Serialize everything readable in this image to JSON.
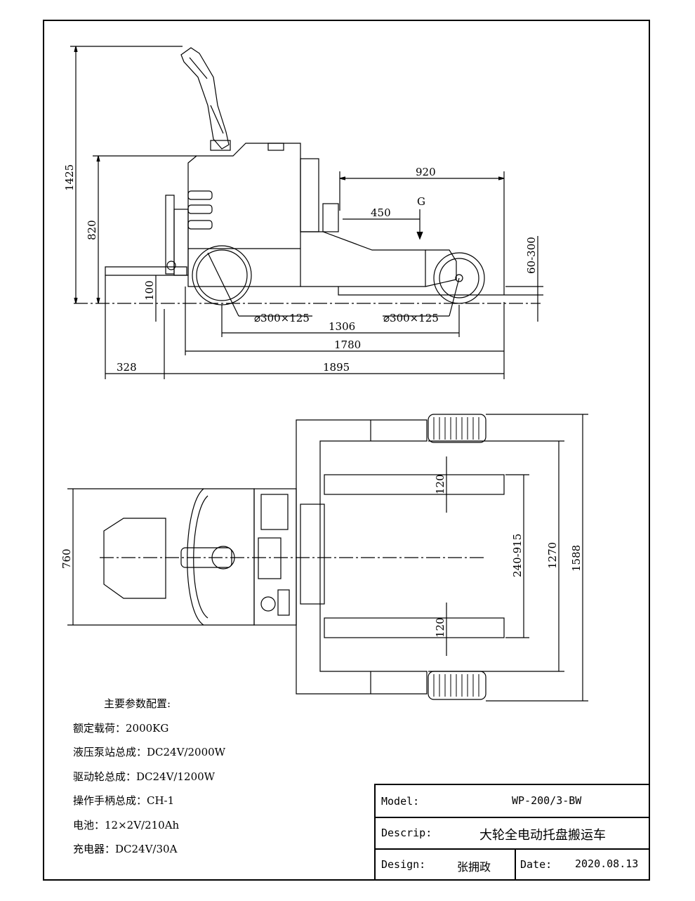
{
  "dimensions": {
    "overall_height": "1425",
    "platform_height": "820",
    "fork_height": "100",
    "wheelbase_span": "920",
    "cg_distance": "450",
    "cg_label": "G",
    "fork_lift_range": "60-300",
    "front_wheel": "⌀300×125",
    "rear_wheel": "⌀300×125",
    "wheelbase": "1306",
    "body_length": "1780",
    "fork_overhang": "328",
    "overall_length": "1895",
    "body_width": "760",
    "fork_width_top": "120",
    "fork_width_bottom": "120",
    "fork_spread": "240-915",
    "inner_width": "1270",
    "overall_width": "1588"
  },
  "specs": {
    "title": "主要参数配置:",
    "lines": [
      "额定载荷：2000KG",
      "液压泵站总成：DC24V/2000W",
      "驱动轮总成：DC24V/1200W",
      "操作手柄总成：CH-1",
      "电池：12×2V/210Ah",
      "充电器：DC24V/30A"
    ]
  },
  "title_block": {
    "model_label": "Model:",
    "model_value": "WP-200/3-BW",
    "descrip_label": "Descrip:",
    "descrip_value": "大轮全电动托盘搬运车",
    "design_label": "Design:",
    "design_value": "张拥政",
    "date_label": "Date:",
    "date_value": "2020.08.13"
  }
}
